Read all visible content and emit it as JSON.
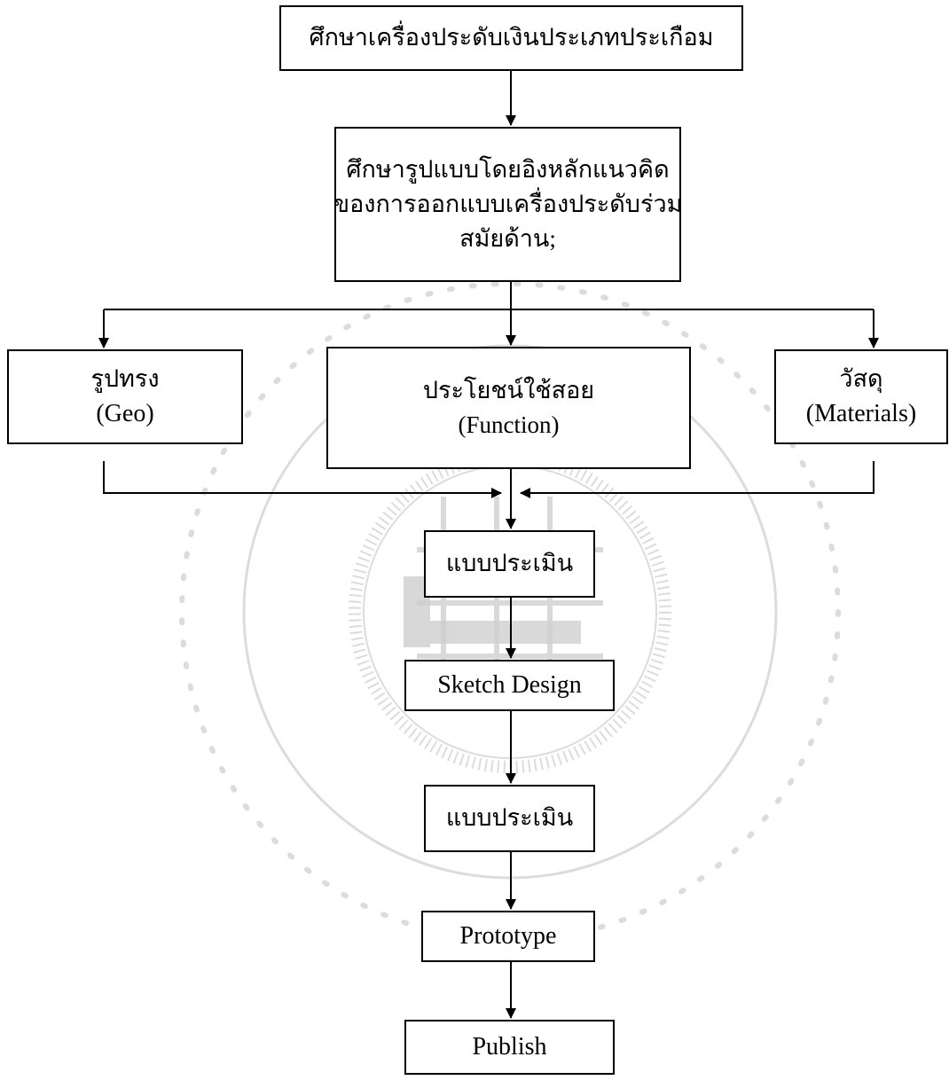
{
  "diagram": {
    "nodes": {
      "study_jewelry": {
        "text": "ศึกษาเครื่องประดับเงินประเภทประเกือม"
      },
      "study_concept": {
        "lines": [
          "ศึกษารูปแบบโดยอิงหลักแนวคิด",
          "ของการออกแบบเครื่องประดับร่วม",
          "สมัยด้าน;"
        ]
      },
      "shape": {
        "th": "รูปทรง",
        "en": "(Geo)"
      },
      "function": {
        "th": "ประโยชน์ใช้สอย",
        "en": "(Function)"
      },
      "materials": {
        "th": "วัสดุ",
        "en": "(Materials)"
      },
      "evaluation_1": {
        "text": "แบบประเมิน"
      },
      "sketch_design": {
        "text": "Sketch Design"
      },
      "evaluation_2": {
        "text": "แบบประเมิน"
      },
      "prototype": {
        "text": "Prototype"
      },
      "publish": {
        "text": "Publish"
      }
    }
  },
  "colors": {
    "line": "#000000",
    "box_border": "#000000",
    "watermark": "#d4d4d4"
  }
}
